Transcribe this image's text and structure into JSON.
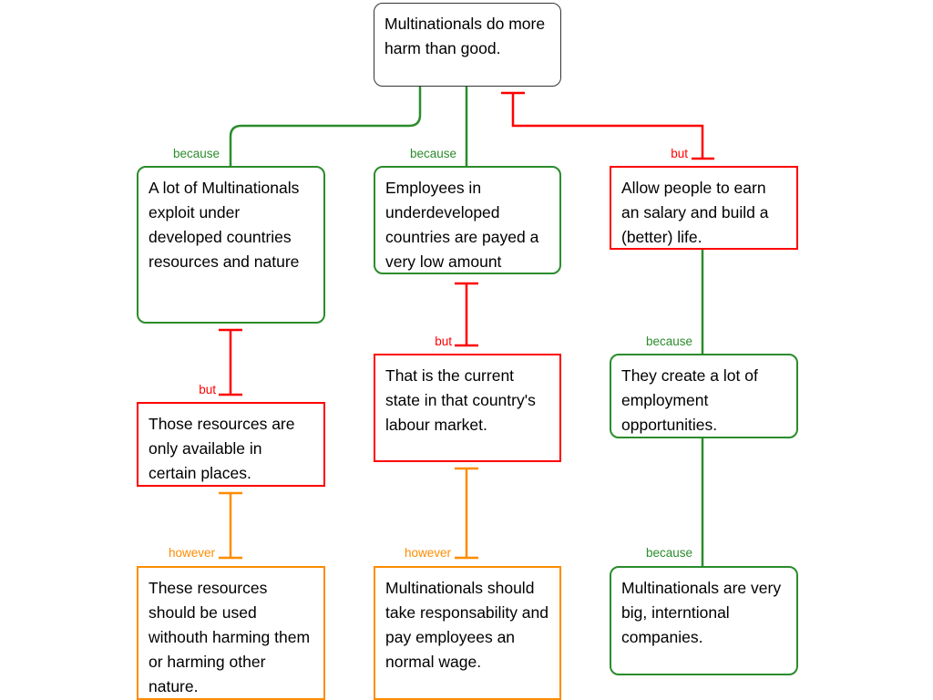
{
  "colors": {
    "because": "#2b8c2b",
    "but": "#ff0000",
    "however": "#ff8c00"
  },
  "nodes": {
    "root": "Multinationals do more harm than good.",
    "a": "A lot of Multinationals exploit under developed countries resources and nature",
    "b": "Employees in underdeveloped countries are payed a very low amount",
    "c": "Allow people to earn an salary and build a (better) life.",
    "d": "Those resources are only available in certain places.",
    "e": "That is the current state in that country's labour market.",
    "f": "They create a lot of employment opportunities.",
    "g": "These resources should be used withouth harming them or harming other nature.",
    "h": "Multinationals should take responsability and pay employees an normal wage.",
    "i": "Multinationals are very big, interntional companies."
  },
  "labels": {
    "a": "because",
    "b": "because",
    "c": "but",
    "d": "but",
    "e": "but",
    "f": "because",
    "g": "however",
    "h": "however",
    "i": "because"
  }
}
